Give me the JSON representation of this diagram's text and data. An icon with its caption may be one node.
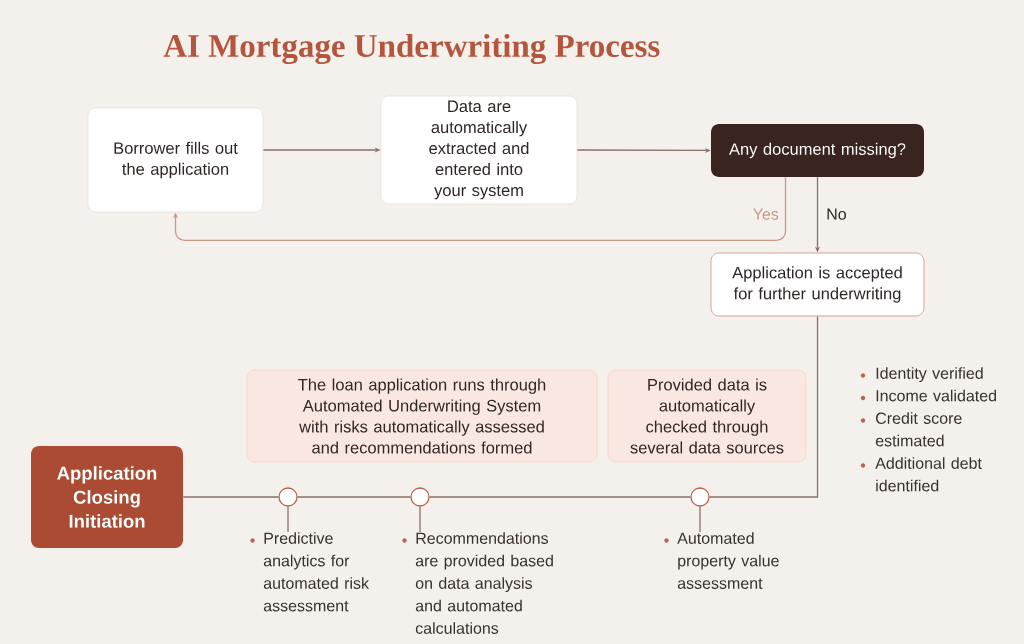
{
  "diagram": {
    "title": "AI Mortgage Underwriting Process",
    "nodes": [
      {
        "text": [
          "Borrower fills out the application"
        ]
      },
      {
        "text": [
          "Data are automatically extracted and entered into your system"
        ]
      },
      {
        "text": [
          "Any document missing?"
        ]
      },
      {
        "text": [
          "Application is accepted for further underwriting"
        ]
      },
      {
        "text": [
          "The loan application runs through Automated Underwriting System with risks automatically assessed and recommendations formed"
        ]
      },
      {
        "text": [
          "Provided data is automatically checked through several data sources"
        ]
      },
      {
        "text": [
          "Application Closing Initiation"
        ]
      },
      {
        "text": [],
        "shape": "circle"
      },
      {
        "text": [],
        "shape": "circle"
      },
      {
        "text": [],
        "shape": "circle"
      },
      {
        "text": [
          "Predictive analytics for automated risk assessment"
        ]
      },
      {
        "text": [
          "Recommendations are provided based on data analysis and automated calculations"
        ]
      },
      {
        "text": [
          "Automated property value assessment"
        ]
      }
    ],
    "edges": [
      {
        "from": 0,
        "to": 1,
        "arrow": "to"
      },
      {
        "from": 1,
        "to": 2,
        "arrow": "to"
      },
      {
        "from": 2,
        "to": 0,
        "arrow": "to",
        "label": "Yes",
        "color": "#c49a86"
      },
      {
        "from": 2,
        "to": 3,
        "arrow": "to",
        "label": "No"
      },
      {
        "from": 3,
        "to": 9,
        "arrow": "none"
      },
      {
        "from": 9,
        "to": 8,
        "arrow": "none"
      },
      {
        "from": 8,
        "to": 7,
        "arrow": "none"
      },
      {
        "from": 7,
        "to": 6,
        "arrow": "none"
      },
      {
        "from": 10,
        "to": 7,
        "arrow": "none"
      },
      {
        "from": 11,
        "to": 8,
        "arrow": "none"
      },
      {
        "from": 12,
        "to": 9,
        "arrow": "none"
      }
    ],
    "labels": [
      "Identity verified",
      "Income validated",
      "Credit score estimated",
      "Additional debt identified"
    ]
  }
}
